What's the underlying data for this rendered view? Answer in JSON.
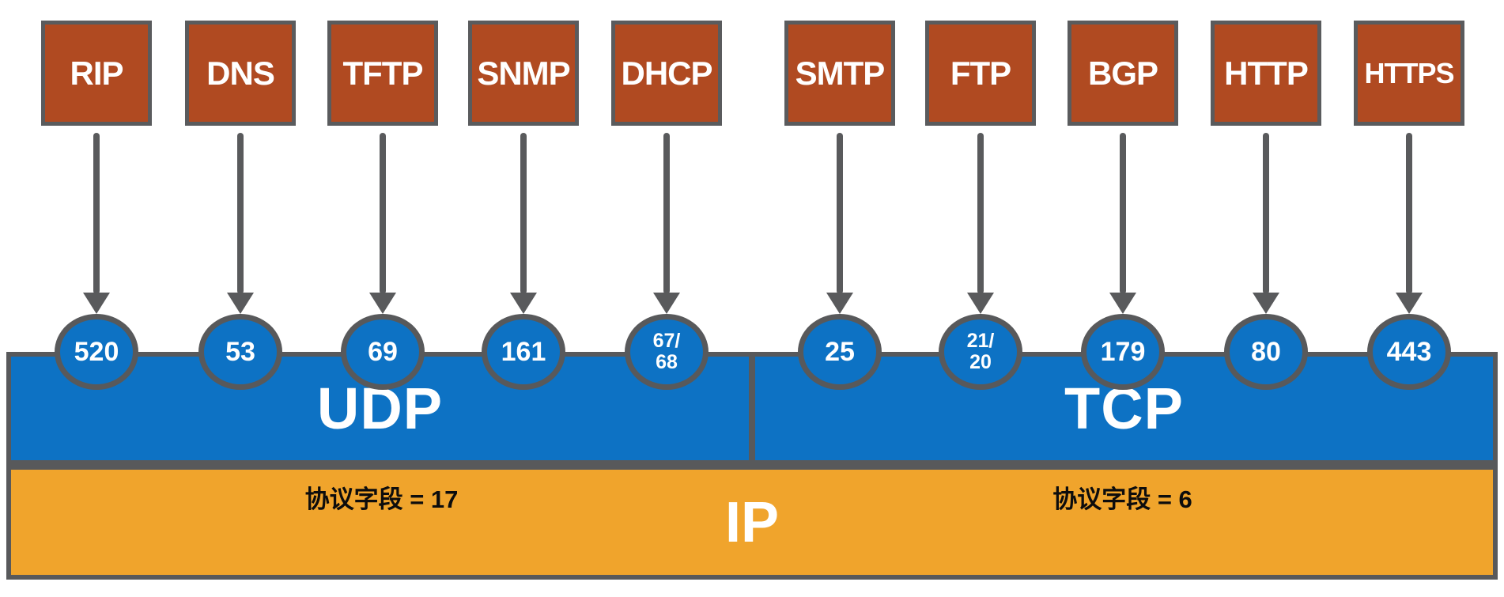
{
  "diagram": {
    "kind": "application-protocols-to-transport-ports",
    "protocols": [
      {
        "name": "RIP",
        "port": "520",
        "port_lines": [
          "520"
        ],
        "transport": "UDP"
      },
      {
        "name": "DNS",
        "port": "53",
        "port_lines": [
          "53"
        ],
        "transport": "UDP"
      },
      {
        "name": "TFTP",
        "port": "69",
        "port_lines": [
          "69"
        ],
        "transport": "UDP"
      },
      {
        "name": "SNMP",
        "port": "161",
        "port_lines": [
          "161"
        ],
        "transport": "UDP"
      },
      {
        "name": "DHCP",
        "port": "67/68",
        "port_lines": [
          "67/",
          "68"
        ],
        "transport": "UDP"
      },
      {
        "name": "SMTP",
        "port": "25",
        "port_lines": [
          "25"
        ],
        "transport": "TCP"
      },
      {
        "name": "FTP",
        "port": "21/20",
        "port_lines": [
          "21/",
          "20"
        ],
        "transport": "TCP"
      },
      {
        "name": "BGP",
        "port": "179",
        "port_lines": [
          "179"
        ],
        "transport": "TCP"
      },
      {
        "name": "HTTP",
        "port": "80",
        "port_lines": [
          "80"
        ],
        "transport": "TCP"
      },
      {
        "name": "HTTPS",
        "port": "443",
        "port_lines": [
          "443"
        ],
        "transport": "TCP"
      }
    ],
    "transport": {
      "udp_label": "UDP",
      "tcp_label": "TCP"
    },
    "network": {
      "ip_label": "IP",
      "udp_protocol_field": "协议字段 = 17",
      "tcp_protocol_field": "协议字段 = 6"
    },
    "colors": {
      "protocol_box_fill": "#b04a21",
      "box_border_gray": "#5a5b5d",
      "arrow_gray": "#595a5c",
      "port_circle_blue": "#0d72c4",
      "transport_bar_blue": "#0d72c4",
      "ip_bar_orange": "#f0a42c",
      "outline_gray": "#58595b",
      "label_white": "#ffffff",
      "field_text_black": "#0d0d0d"
    }
  }
}
